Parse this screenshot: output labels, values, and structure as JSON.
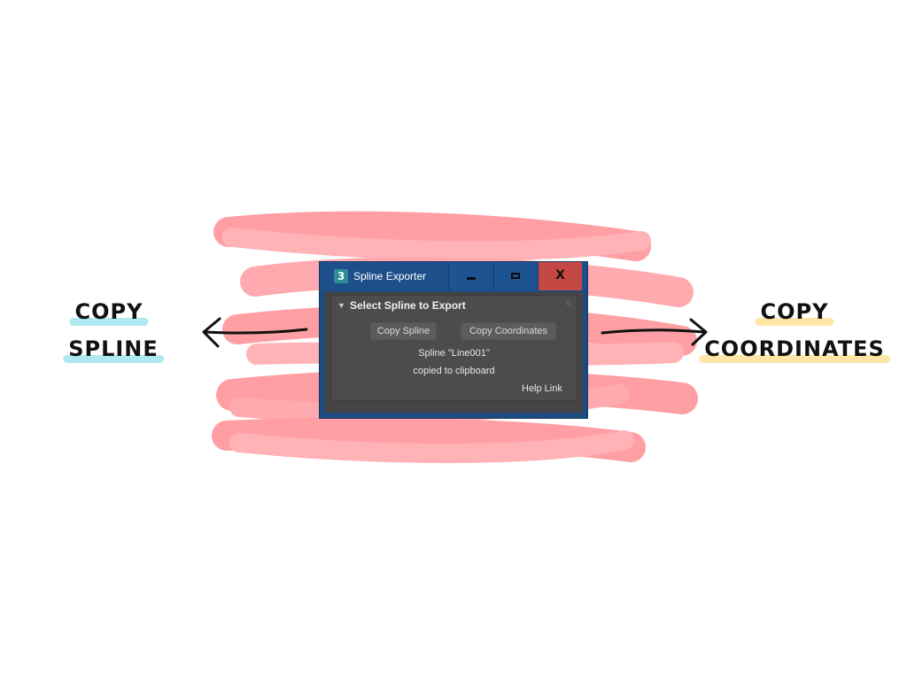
{
  "window": {
    "title": "Spline Exporter",
    "app_icon": "3ds-max-app-icon",
    "app_icon_glyph": "3",
    "controls": {
      "minimize": "minimize-icon",
      "maximize": "maximize-icon",
      "close_glyph": "X"
    }
  },
  "rollout": {
    "title": "Select Spline to Export",
    "expanded_glyph": "▼",
    "grip_glyph": "≡",
    "buttons": {
      "copy_spline": "Copy Spline",
      "copy_coordinates": "Copy Coordinates"
    },
    "status_line_1": "Spline \"Line001\"",
    "status_line_2": "copied to clipboard",
    "help_link": "Help Link"
  },
  "annotations": {
    "left": {
      "line1": "COPY",
      "line2": "SPLINE"
    },
    "right": {
      "line1": "COPY",
      "line2": "COORDINATES"
    }
  },
  "colors": {
    "scribble": "#ff8a8f",
    "left_highlight": "#aee9f0",
    "right_highlight": "#fde6a6",
    "title_bar": "#1d4f8a",
    "close_button": "#c44945",
    "panel": "#4c4c4c"
  }
}
